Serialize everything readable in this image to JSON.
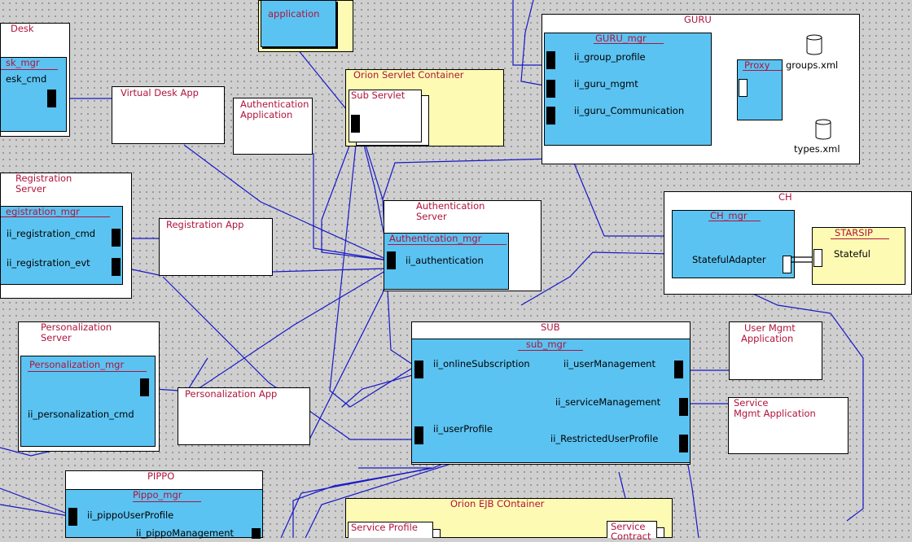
{
  "desk": {
    "title": "Desk",
    "mgr": "sk_mgr",
    "port": "esk_cmd"
  },
  "top_app": {
    "title": "application"
  },
  "virtual_desk_app": {
    "title": "Virtual Desk App"
  },
  "auth_app": {
    "title_line1": "Authentication",
    "title_line2": "Application"
  },
  "orion_servlet": {
    "title": "Orion Servlet Container",
    "sub": "Sub Servlet"
  },
  "guru": {
    "title": "GURU",
    "mgr": "GURU_mgr",
    "ports": [
      "ii_group_profile",
      "ii_guru_mgmt",
      "ii_guru_Communication"
    ],
    "proxy": "Proxy",
    "files": [
      "groups.xml",
      "types.xml"
    ]
  },
  "registration_server": {
    "title_line1": "Registration",
    "title_line2": "Server",
    "mgr": "egistration_mgr",
    "ports": [
      "ii_registration_cmd",
      "ii_registration_evt"
    ]
  },
  "registration_app": {
    "title": "Registration App"
  },
  "auth_server": {
    "title_line1": "Authentication",
    "title_line2": "Server",
    "mgr": "Authentication_mgr",
    "port": "ii_authentication"
  },
  "ch": {
    "title": "CH",
    "mgr": "CH_mgr",
    "adapter": "StatefulAdapter",
    "starsip_title": "STARSIP",
    "starsip_port": "Stateful"
  },
  "personalization_server": {
    "title_line1": "Personalization",
    "title_line2": "Server",
    "mgr": "Personalization_mgr",
    "port": "ii_personalization_cmd"
  },
  "personalization_app": {
    "title": "Personalization App"
  },
  "sub": {
    "title": "SUB",
    "mgr": "sub_mgr",
    "ports_left": [
      "ii_onlineSubscription",
      "ii_userProfile"
    ],
    "ports_right": [
      "ii_userManagement",
      "ii_serviceManagement",
      "ii_RestrictedUserProfile"
    ]
  },
  "user_mgmt_app": {
    "title_line1": "User Mgmt",
    "title_line2": "Application"
  },
  "service_mgmt_app": {
    "title_line1": "Service",
    "title_line2": "Mgmt Application"
  },
  "pippo": {
    "title": "PIPPO",
    "mgr": "Pippo_mgr",
    "ports": [
      "ii_pippoUserProfile",
      "ii_pippoManagement"
    ]
  },
  "orion_ejb": {
    "title": "Orion EJB COntainer",
    "service_profile": "Service Profile",
    "service_contract_line1": "Service",
    "service_contract_line2": "Contract"
  }
}
